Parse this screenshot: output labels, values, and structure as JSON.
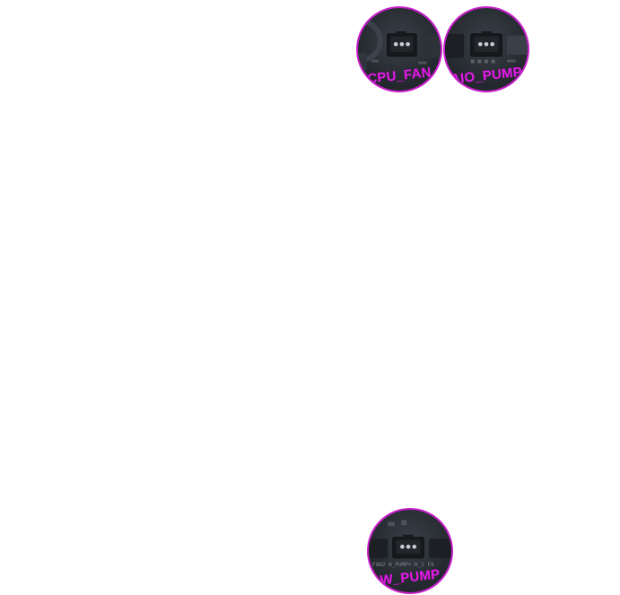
{
  "badges": [
    {
      "label": "CPU_FAN",
      "silk": ""
    },
    {
      "label": "AIO_PUMP",
      "silk": ""
    },
    {
      "label": "W_PUMP",
      "silk": "FAN2   W_PUMP+   H_2  FA"
    }
  ],
  "colors": {
    "accent": "#e11ce6",
    "ring": "#c81ecb",
    "board": "#262b31",
    "connector": "#1a1d21",
    "pin": "#c9ccd0"
  }
}
